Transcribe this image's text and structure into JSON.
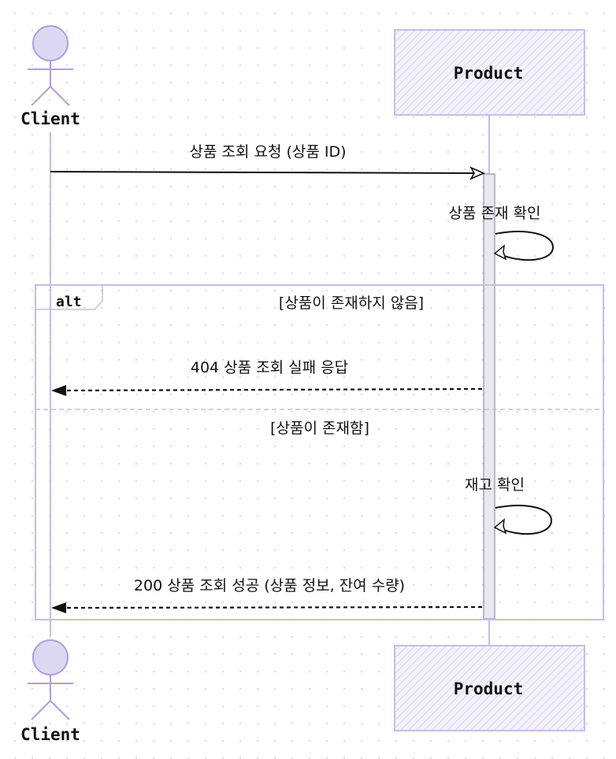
{
  "diagram": {
    "participants": {
      "client": "Client",
      "product": "Product"
    },
    "messages": [
      {
        "text": "상품 조회 요청 (상품 ID)",
        "from": "Client",
        "to": "Product",
        "style": "solid"
      },
      {
        "text": "상품 존재 확인",
        "from": "Product",
        "to": "Product",
        "style": "self"
      },
      {
        "text": "404 상품 조회 실패 응답",
        "from": "Product",
        "to": "Client",
        "style": "dashed"
      },
      {
        "text": "재고 확인",
        "from": "Product",
        "to": "Product",
        "style": "self"
      },
      {
        "text": "200 상품 조회 성공 (상품 정보, 잔여 수량)",
        "from": "Product",
        "to": "Client",
        "style": "dashed"
      }
    ],
    "fragment": {
      "operator": "alt",
      "guard_1": "[상품이 존재하지 않음]",
      "guard_2": "[상품이 존재함]"
    },
    "colors": {
      "accent": "#b39ddb",
      "actor_fill": "#ddd8f2",
      "box_fill": "#f3f1fb",
      "activation": "#e6e6ec"
    }
  }
}
